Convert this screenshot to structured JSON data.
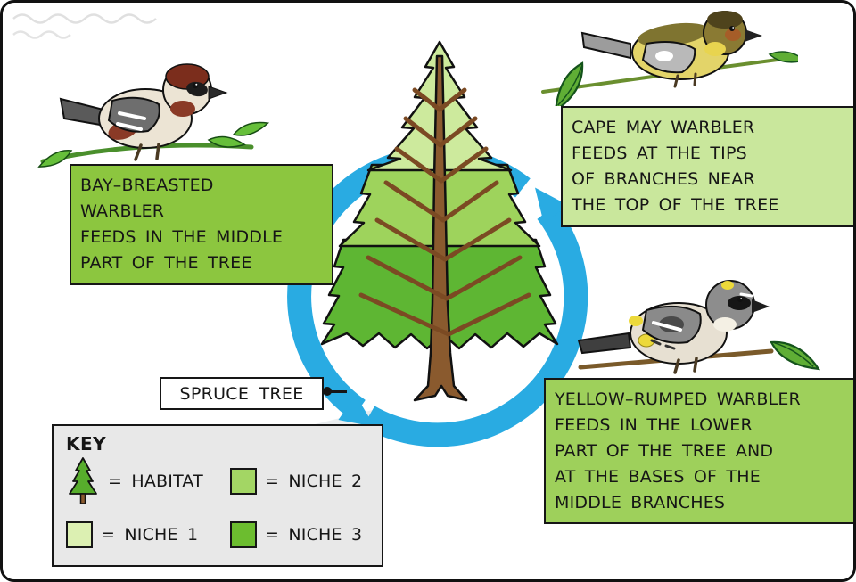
{
  "colors": {
    "ring_blue": "#29abe2",
    "tree_top_zone": "#cdea9d",
    "tree_middle_zone": "#9ed35c",
    "tree_lower_zone": "#5eb633",
    "trunk_brown": "#8a5a2e",
    "bay_breasted_box": "#8cc63f",
    "cape_may_box": "#c9e79c",
    "yellow_rumped_box": "#9ed05b",
    "key_panel_grey": "#e8e8e8",
    "key_tree_green": "#57ad2c",
    "niche1_swatch": "#dcf0b2",
    "niche2_swatch": "#a3d664",
    "niche3_swatch": "#6cbd2f"
  },
  "boxes": {
    "bay_breasted": {
      "lines": [
        "BAY–BREASTED",
        "WARBLER",
        "FEEDS IN THE MIDDLE",
        "PART OF THE TREE"
      ]
    },
    "cape_may": {
      "lines": [
        "CAPE MAY WARBLER",
        "FEEDS AT THE TIPS",
        "OF BRANCHES NEAR",
        "THE TOP OF THE TREE"
      ]
    },
    "yellow_rumped": {
      "lines": [
        "YELLOW–RUMPED WARBLER",
        "FEEDS IN THE LOWER",
        "PART OF THE TREE AND",
        "AT THE BASES OF THE",
        "MIDDLE BRANCHES"
      ]
    }
  },
  "tree_label": "SPRUCE TREE",
  "key": {
    "title": "KEY",
    "items": [
      {
        "symbol": "spruce-tree-icon",
        "label": "= HABITAT"
      },
      {
        "symbol": "niche2-swatch",
        "label": "= NICHE 2"
      },
      {
        "symbol": "niche1-swatch",
        "label": "= NICHE 1"
      },
      {
        "symbol": "niche3-swatch",
        "label": "= NICHE 3"
      }
    ]
  }
}
